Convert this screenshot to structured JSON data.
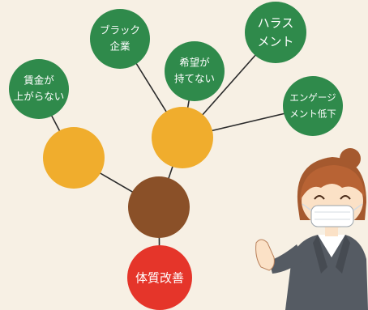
{
  "colors": {
    "background": "#f7f0e4",
    "issue_node": "#2f8a4b",
    "intermediate_node": "#f0ad2d",
    "hub_node": "#8a5028",
    "root_node": "#e5352a",
    "connector": "#2b2b2b",
    "text": "#ffffff"
  },
  "root": {
    "label": "体質改善"
  },
  "issues": [
    {
      "id": "wages",
      "lines": [
        "賃金が",
        "上がらない"
      ]
    },
    {
      "id": "black-company",
      "lines": [
        "ブラック",
        "企業"
      ]
    },
    {
      "id": "hope",
      "lines": [
        "希望が",
        "持てない"
      ]
    },
    {
      "id": "harassment",
      "lines": [
        "ハラス",
        "メント"
      ]
    },
    {
      "id": "engagement",
      "lines": [
        "エンゲージ",
        "メント低下"
      ]
    }
  ],
  "character": {
    "description_icon": "presenter-woman-icon",
    "hair_color": "#a5592e",
    "suit_color": "#555b63",
    "mask_color": "#ffffff"
  }
}
